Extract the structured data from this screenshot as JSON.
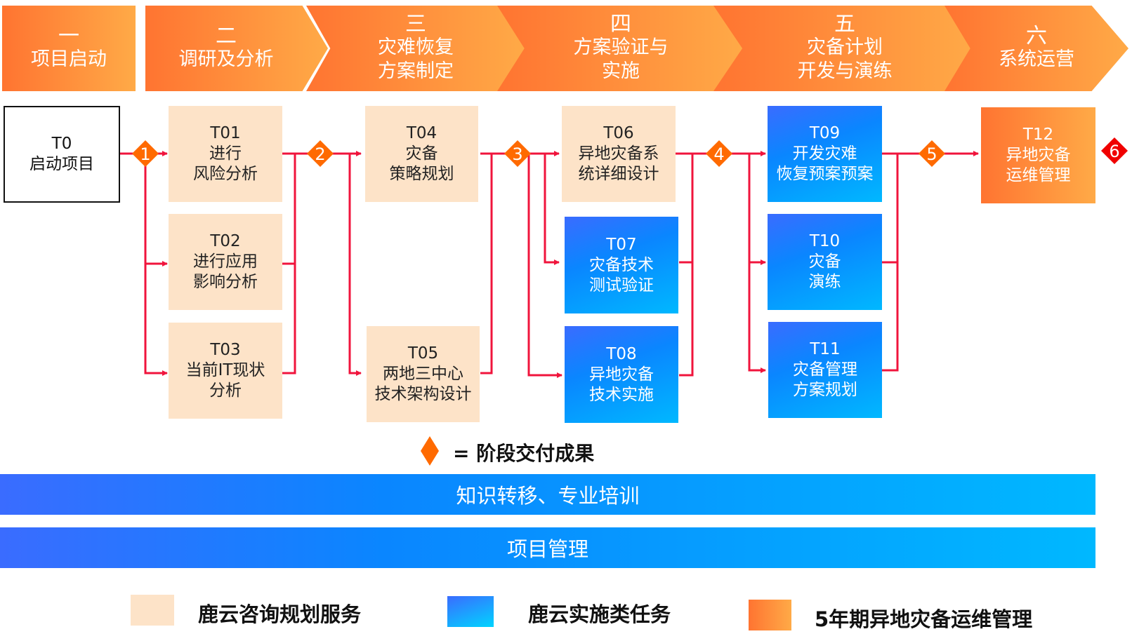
{
  "phases": [
    {
      "num": "一",
      "label": "项目启动"
    },
    {
      "num": "二",
      "label": "调研及分析"
    },
    {
      "num": "三",
      "label": "灾难恢复\n方案制定"
    },
    {
      "num": "四",
      "label": "方案验证与\n实施"
    },
    {
      "num": "五",
      "label": "灾备计划\n开发与演练"
    },
    {
      "num": "六",
      "label": "系统运营"
    }
  ],
  "tasks": {
    "t0": {
      "id": "T0",
      "label": "启动项目"
    },
    "t01": {
      "id": "T01",
      "label": "进行\n风险分析"
    },
    "t02": {
      "id": "T02",
      "label": "进行应用\n影响分析"
    },
    "t03": {
      "id": "T03",
      "label": "当前IT现状\n分析"
    },
    "t04": {
      "id": "T04",
      "label": "灾备\n策略规划"
    },
    "t05": {
      "id": "T05",
      "label": "两地三中心\n技术架构设计"
    },
    "t06": {
      "id": "T06",
      "label": "异地灾备系\n统详细设计"
    },
    "t07": {
      "id": "T07",
      "label": "灾备技术\n测试验证"
    },
    "t08": {
      "id": "T08",
      "label": "异地灾备\n技术实施"
    },
    "t09": {
      "id": "T09",
      "label": "开发灾难\n恢复预案预案"
    },
    "t10": {
      "id": "T10",
      "label": "灾备\n演练"
    },
    "t11": {
      "id": "T11",
      "label": "灾备管理\n方案规划"
    },
    "t12": {
      "id": "T12",
      "label": "异地灾备\n运维管理"
    }
  },
  "milestones": [
    "1",
    "2",
    "3",
    "4",
    "5",
    "6"
  ],
  "milestone_legend": "= 阶段交付成果",
  "bands": {
    "training": "知识转移、专业培训",
    "pm": "项目管理"
  },
  "legend": {
    "consult": "鹿云咨询规划服务",
    "impl": "鹿云实施类任务",
    "ops": "5年期异地灾备运维管理"
  },
  "colors": {
    "consult": "#fde3c8",
    "impl_start": "#3a6cff",
    "impl_end": "#00b8ff",
    "ops_start": "#ff7431",
    "ops_end": "#ffaa47",
    "connector": "#f0143c",
    "milestone": "#ff6a00",
    "final_milestone": "#f00000"
  }
}
